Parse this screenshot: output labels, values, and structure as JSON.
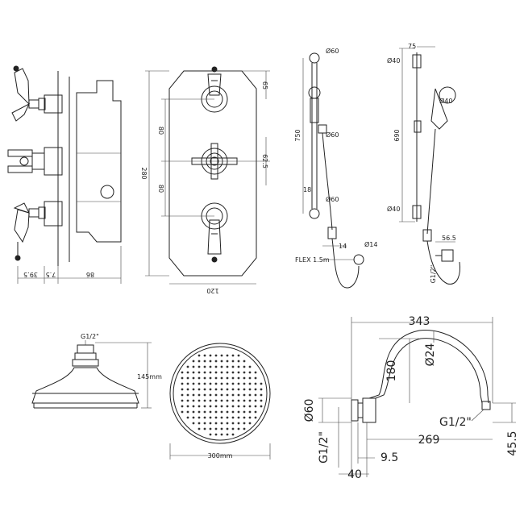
{
  "valve": {
    "side_dims": [
      "39.5",
      "7.5",
      "86"
    ],
    "front_dims": [
      "280",
      "80",
      "80",
      "65",
      "62.5",
      "120"
    ]
  },
  "slide_rail_front": {
    "dims": [
      "750",
      "Ø60",
      "Ø60",
      "Ø60",
      "14",
      "Ø14"
    ],
    "hose_label": "FLEX 1.5m",
    "misc_label": "18"
  },
  "slide_rail_side": {
    "dims": [
      "75",
      "Ø40",
      "690",
      "Ø40",
      "Ø40",
      "56.5",
      "G1/2\""
    ]
  },
  "shower_head_side": {
    "thread": "G1/2\"",
    "height": "145mm"
  },
  "shower_head_front": {
    "diameter": "300mm"
  },
  "arm": {
    "dims": [
      "343",
      "180",
      "Ø24",
      "Ø60",
      "G1/2\"",
      "269",
      "G1/2\"",
      "45.5",
      "9.5",
      "40"
    ]
  }
}
